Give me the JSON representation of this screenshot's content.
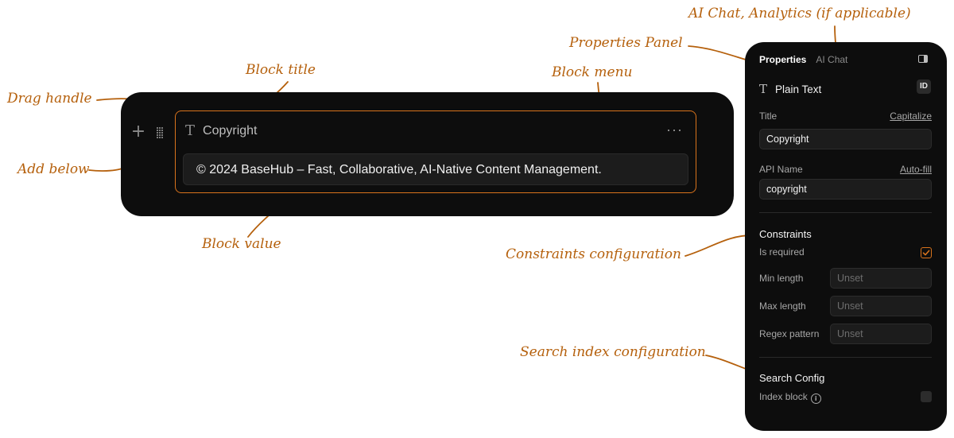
{
  "annotations": {
    "drag_handle": "Drag handle",
    "add_below": "Add below",
    "block_title": "Block title",
    "block_value": "Block value",
    "block_menu": "Block menu",
    "ai_chat": "AI Chat, Analytics (if applicable)",
    "properties_panel": "Properties Panel",
    "constraints_configuration": "Constraints configuration",
    "search_index_configuration": "Search index configuration"
  },
  "annotation_color": "#b5600c",
  "accent_color": "#d9731c",
  "editor": {
    "add_icon": "plus-icon",
    "drag_icon": "drag-dots-icon",
    "block_type_icon": "text-type-icon",
    "block_title": "Copyright",
    "block_menu_icon": "ellipsis-icon",
    "block_value": "© 2024 BaseHub – Fast, Collaborative, AI-Native Content Management."
  },
  "panel": {
    "tabs": [
      "Properties",
      "AI Chat"
    ],
    "toggle_icon": "panel-toggle-icon",
    "type_label": "Plain Text",
    "id_badge": "ID",
    "title_label": "Title",
    "title_action": "Capitalize",
    "title_value": "Copyright",
    "api_name_label": "API Name",
    "api_name_action": "Auto-fill",
    "api_name_value": "copyright",
    "constraints_title": "Constraints",
    "is_required_label": "Is required",
    "is_required_checked": true,
    "min_length_label": "Min length",
    "max_length_label": "Max length",
    "regex_label": "Regex pattern",
    "unset_placeholder": "Unset",
    "search_config_title": "Search Config",
    "index_block_label": "Index block",
    "index_block_checked": false
  }
}
